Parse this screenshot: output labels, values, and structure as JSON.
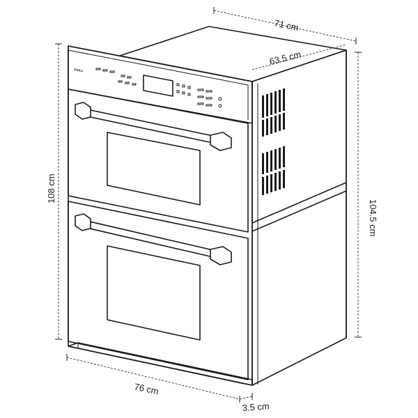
{
  "labels": {
    "width_71": "71 cm",
    "depth_63_5": "63.5 cm",
    "height_108": "108 cm",
    "height_104_5": "104.5 cm",
    "front_76": "76 cm",
    "bezel_3_5": "3.5 cm"
  },
  "brand_logo": "DAKA",
  "icons": {
    "control_panel": "control-panel-icon",
    "vent": "vent-grille-icon"
  }
}
